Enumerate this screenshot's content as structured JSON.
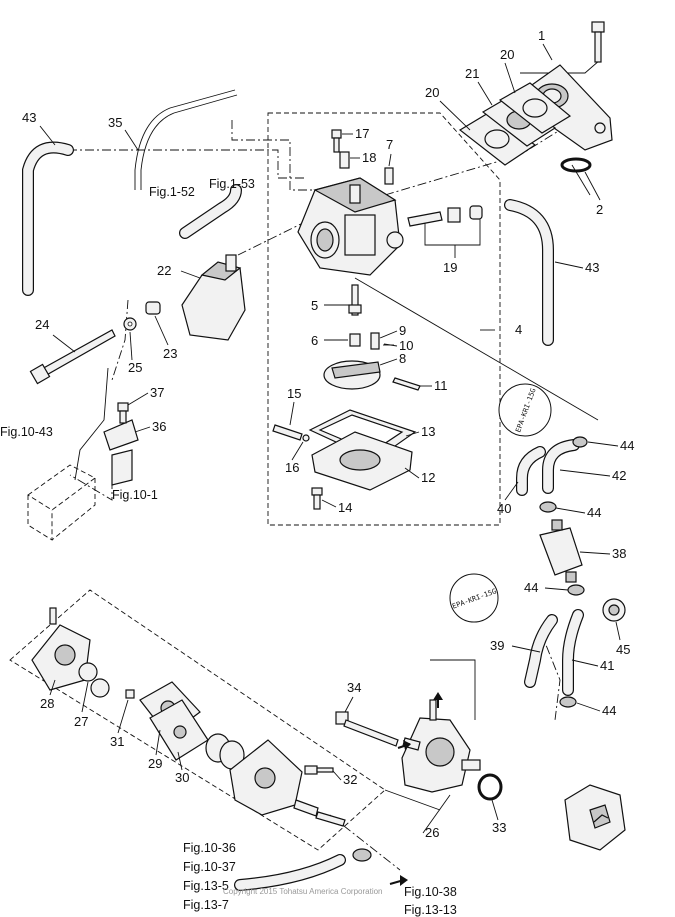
{
  "callouts": [
    "1",
    "2",
    "4",
    "5",
    "6",
    "7",
    "8",
    "9",
    "10",
    "11",
    "12",
    "13",
    "14",
    "15",
    "16",
    "17",
    "18",
    "19",
    "20",
    "20",
    "21",
    "22",
    "23",
    "24",
    "25",
    "26",
    "27",
    "28",
    "29",
    "30",
    "31",
    "32",
    "33",
    "34",
    "35",
    "36",
    "37",
    "38",
    "39",
    "40",
    "41",
    "42",
    "43",
    "43",
    "44",
    "44",
    "44",
    "44",
    "44",
    "45"
  ],
  "references": {
    "fig_1_52": "Fig.1-52",
    "fig_1_53": "Fig.1-53",
    "fig_10_43": "Fig.10-43",
    "fig_10_1": "Fig.10-1",
    "fig_10_36": "Fig.10-36",
    "fig_10_37": "Fig.10-37",
    "fig_13_5": "Fig.13-5",
    "fig_13_7": "Fig.13-7",
    "fig_10_38": "Fig.10-38",
    "fig_13_13": "Fig.13-13"
  },
  "emission_tags": {
    "upper": "EPA-KRI-15G",
    "lower": "EPA-KRI-15G"
  },
  "copyright": "Copyright 2015 Tohatsu America Corporation"
}
